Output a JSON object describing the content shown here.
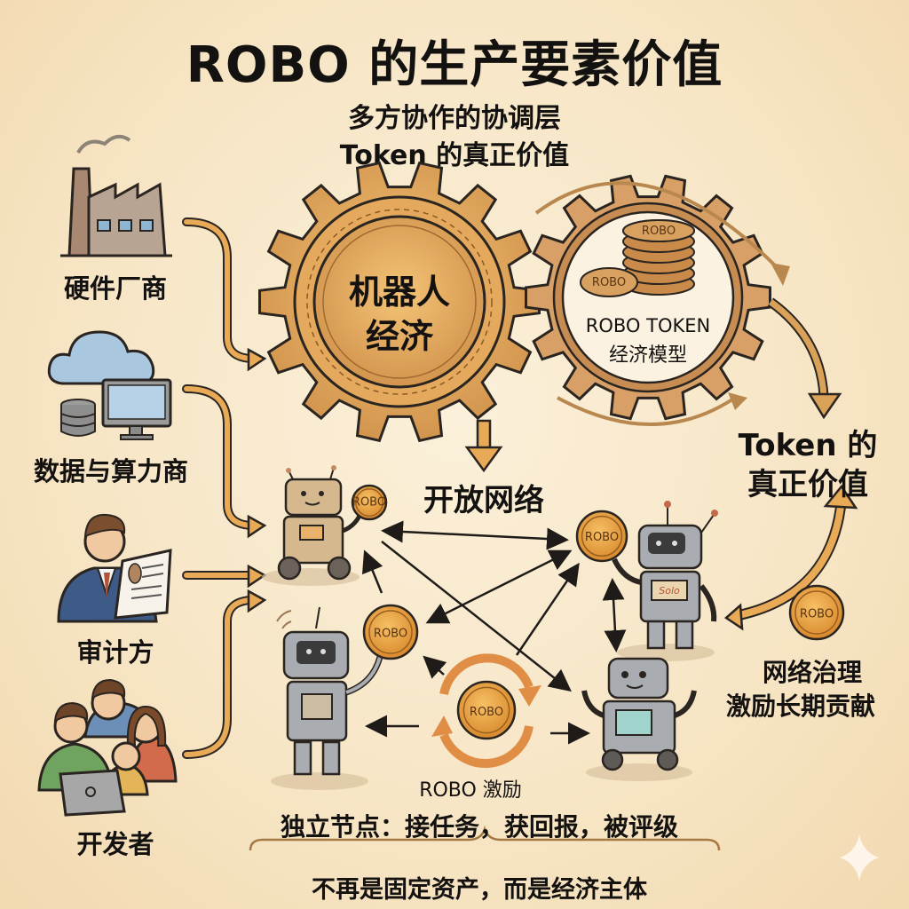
{
  "title": "ROBO 的生产要素价值",
  "subtitle": [
    "多方协作的协调层",
    "Token 的真正价值"
  ],
  "contributors": [
    {
      "label": "硬件厂商",
      "icon": "factory-icon"
    },
    {
      "label": "数据与算力商",
      "icon": "cloud-server-icon"
    },
    {
      "label": "审计方",
      "icon": "auditor-icon"
    },
    {
      "label": "开发者",
      "icon": "developers-icon"
    }
  ],
  "gears": {
    "main": {
      "label_line1": "机器人",
      "label_line2": "经济"
    },
    "token": {
      "label_line1": "ROBO TOKEN",
      "label_line2": "经济模型",
      "coin_text": "ROBO"
    }
  },
  "network": {
    "label": "开放网络",
    "coin_text": "ROBO",
    "center_coin_label": "ROBO 激励",
    "robot_screen_text": "Solo"
  },
  "token_value": {
    "line1": "Token 的",
    "line2": "真正价值"
  },
  "governance": {
    "line1": "网络治理",
    "line2": "激励长期贡献",
    "coin_text": "ROBO"
  },
  "bottom": {
    "node_text": "独立节点：接任务，获回报，被评级",
    "conclusion": "不再是固定资产，而是经济主体"
  },
  "colors": {
    "background": "#f7e6c6",
    "gold": "#e0a552",
    "arrow": "#e8aa57",
    "text": "#141210",
    "robot_gray": "#a9adb1"
  }
}
